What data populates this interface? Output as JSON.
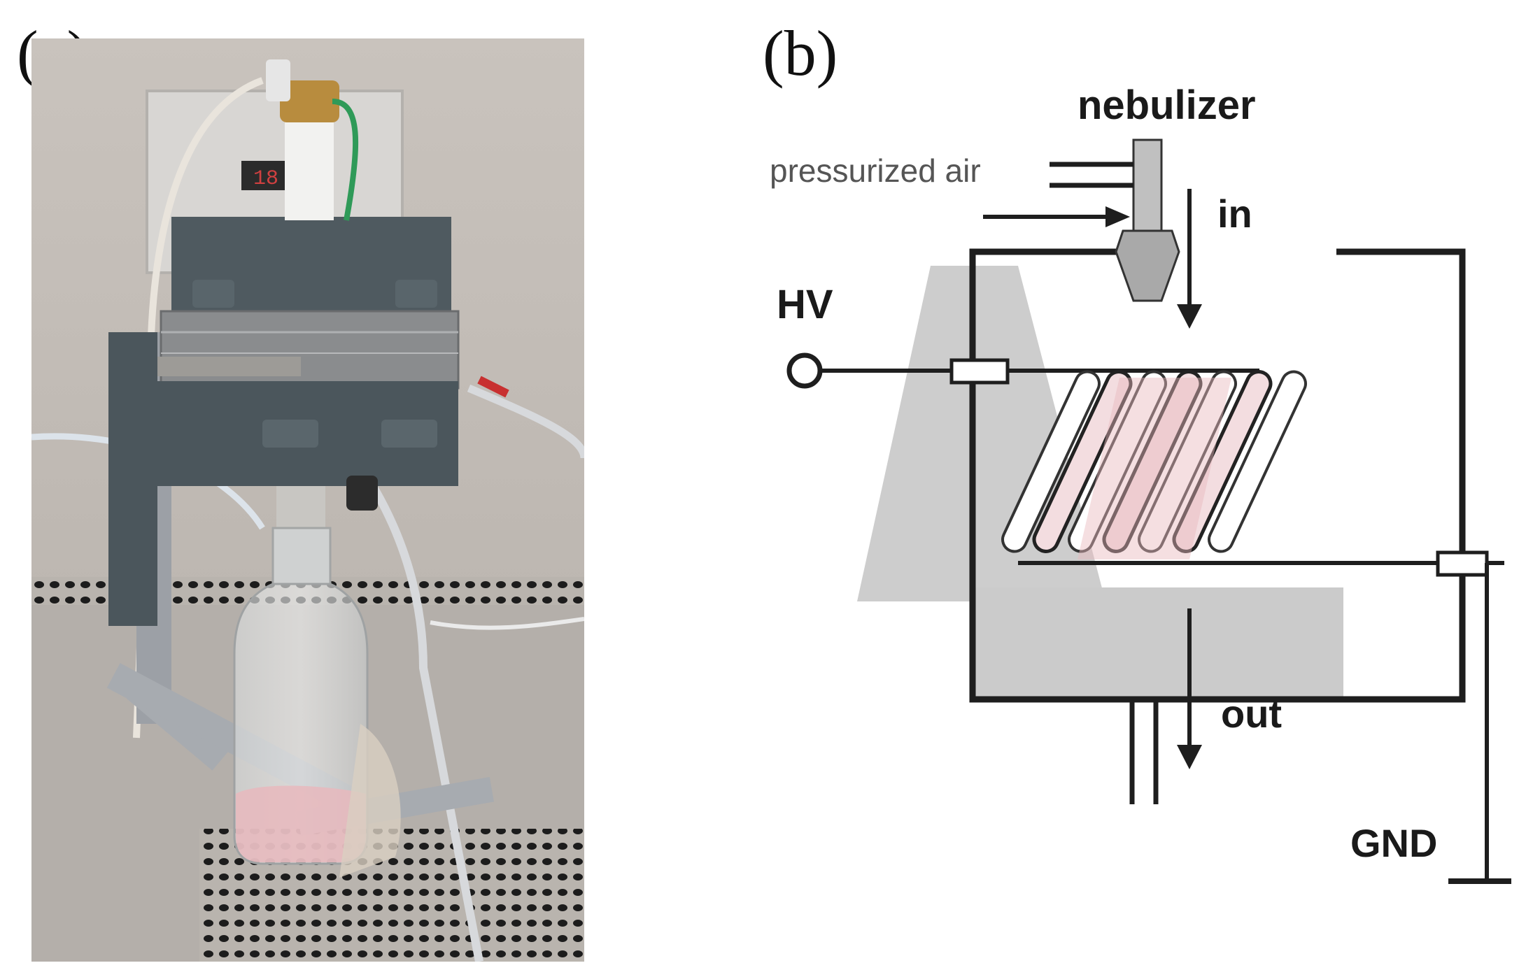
{
  "panels": {
    "a": {
      "label": "(a)"
    },
    "b": {
      "label": "(b)"
    }
  },
  "photo": {
    "display_text": "18"
  },
  "diagram": {
    "nebulizer": "nebulizer",
    "pressurized_air": "pressurized air",
    "in": "in",
    "out": "out",
    "hv": "HV",
    "gnd": "GND"
  },
  "colors": {
    "cell_pink": "#e8b9bd",
    "mist_gray": "#c8c8c8",
    "line": "#1e1e1e"
  }
}
